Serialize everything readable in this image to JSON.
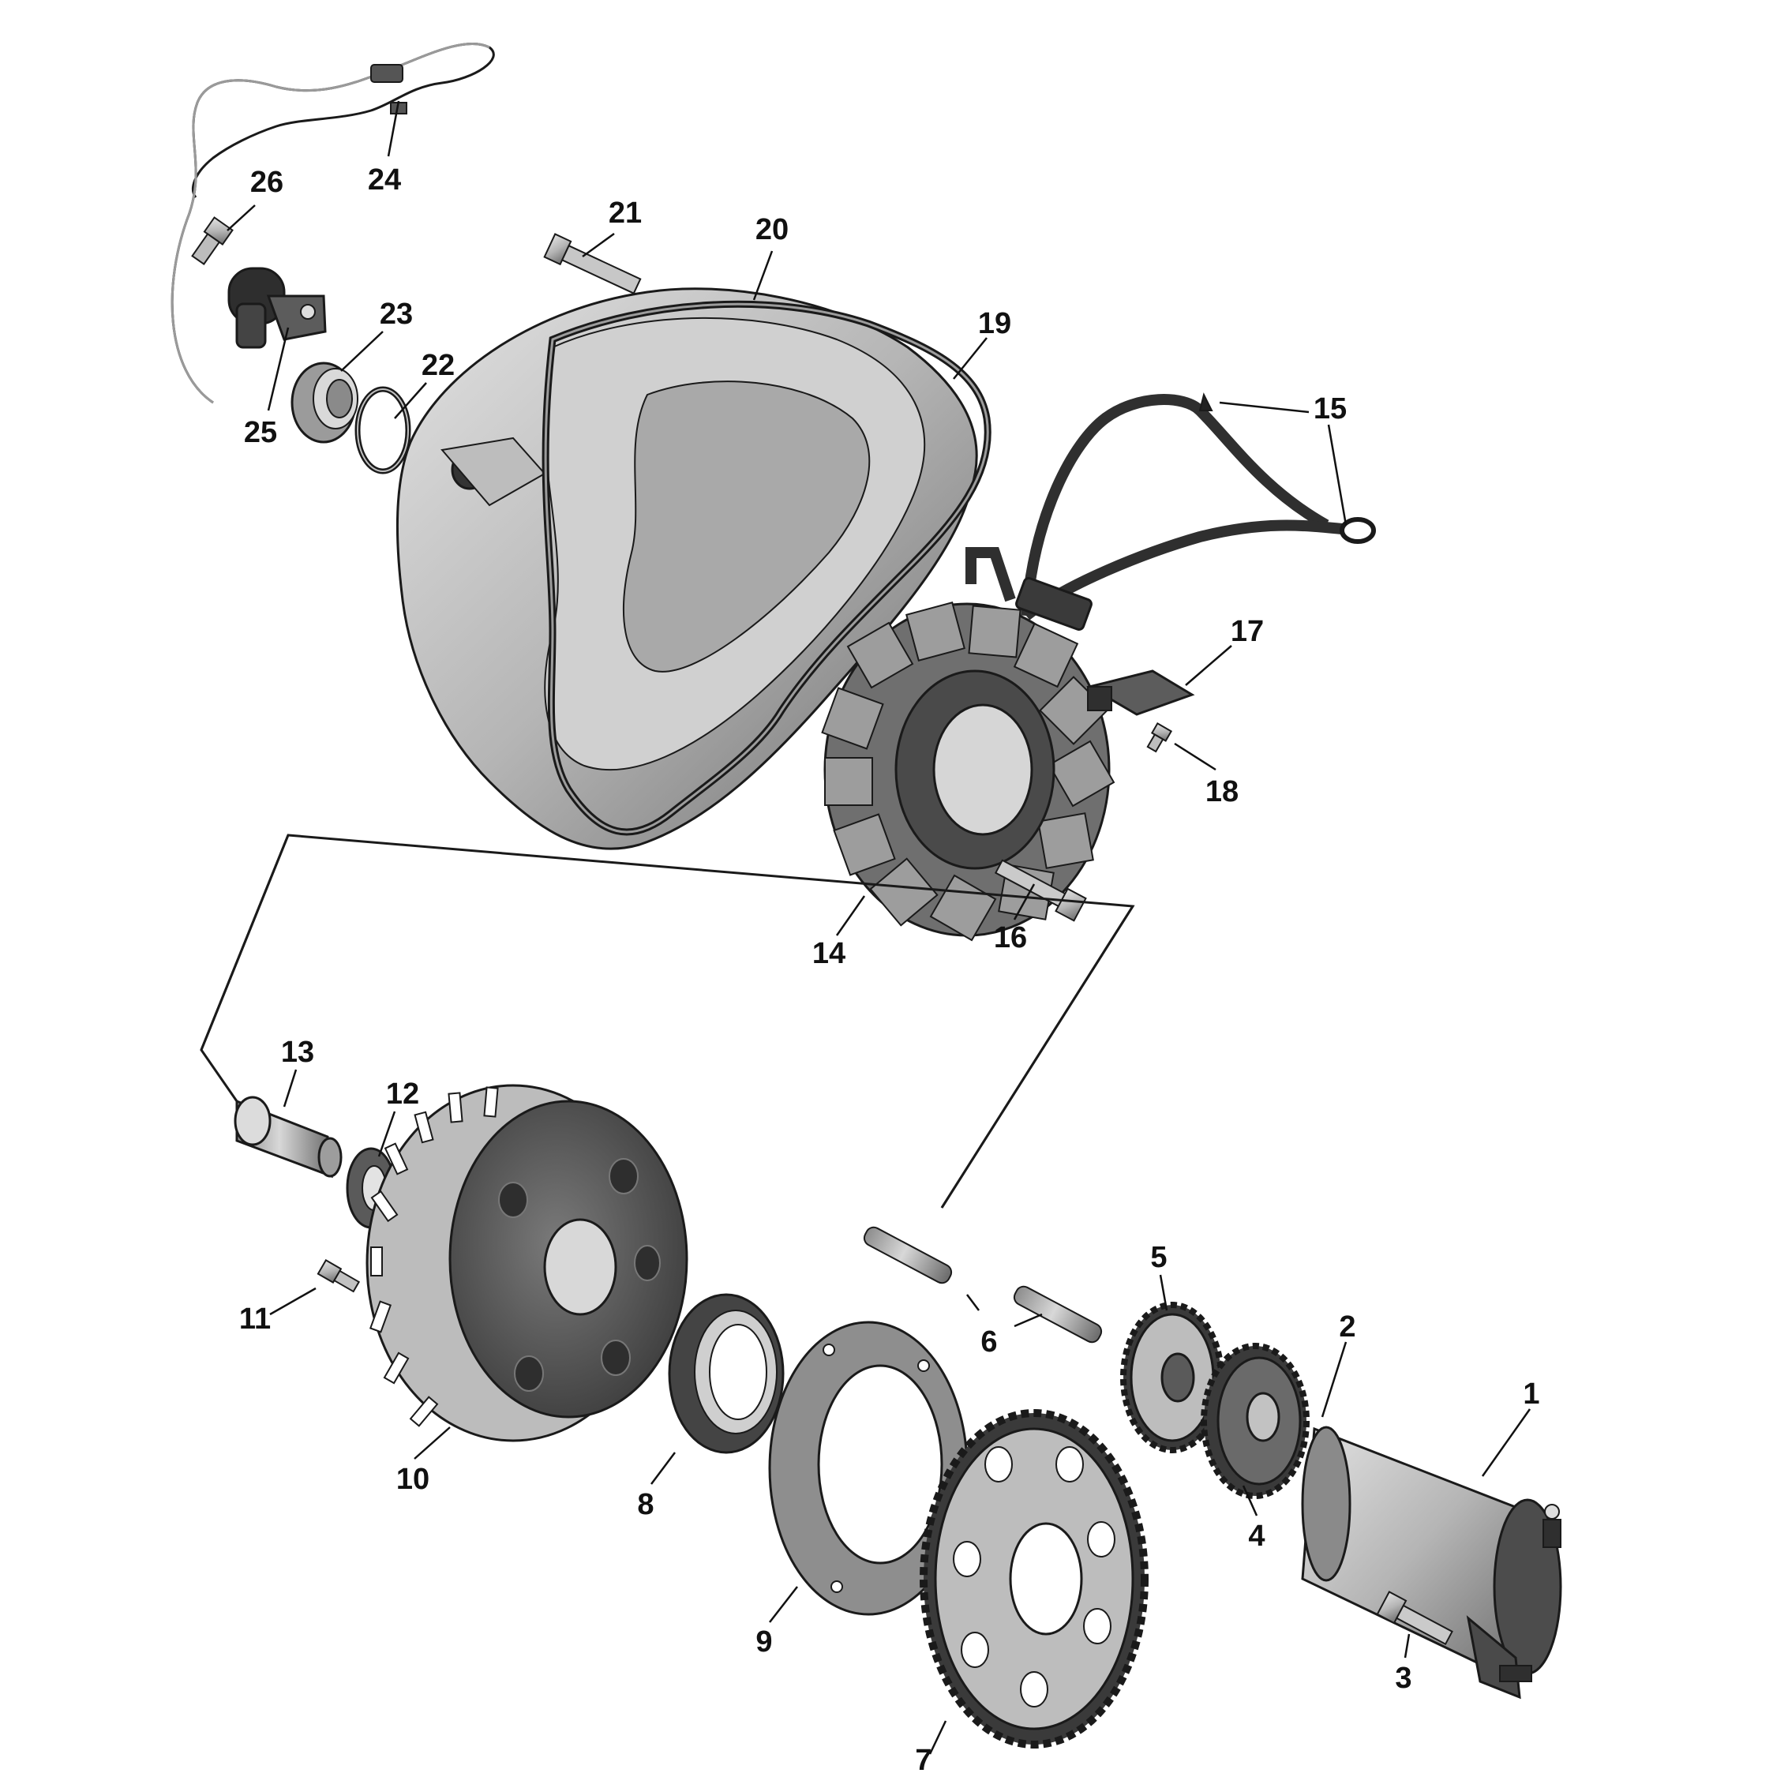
{
  "diagram": {
    "colors": {
      "metal_light": "#c9c9c9",
      "metal_mid": "#9a9a9a",
      "metal_dark": "#5a5a5a",
      "wire": "#3c3c3c",
      "outline": "#1a1a1a",
      "background": "#ffffff"
    },
    "parts": [
      {
        "id": "p1",
        "label": "1"
      },
      {
        "id": "p2",
        "label": "2"
      },
      {
        "id": "p3",
        "label": "3"
      },
      {
        "id": "p4",
        "label": "4"
      },
      {
        "id": "p5",
        "label": "5"
      },
      {
        "id": "p6",
        "label": "6"
      },
      {
        "id": "p7",
        "label": "7"
      },
      {
        "id": "p8",
        "label": "8"
      },
      {
        "id": "p9",
        "label": "9"
      },
      {
        "id": "p10",
        "label": "10"
      },
      {
        "id": "p11",
        "label": "11"
      },
      {
        "id": "p12",
        "label": "12"
      },
      {
        "id": "p13",
        "label": "13"
      },
      {
        "id": "p14",
        "label": "14"
      },
      {
        "id": "p15",
        "label": "15"
      },
      {
        "id": "p16",
        "label": "16"
      },
      {
        "id": "p17",
        "label": "17"
      },
      {
        "id": "p18",
        "label": "18"
      },
      {
        "id": "p19",
        "label": "19"
      },
      {
        "id": "p20",
        "label": "20"
      },
      {
        "id": "p21",
        "label": "21"
      },
      {
        "id": "p22",
        "label": "22"
      },
      {
        "id": "p23",
        "label": "23"
      },
      {
        "id": "p24",
        "label": "24"
      },
      {
        "id": "p25",
        "label": "25"
      },
      {
        "id": "p26",
        "label": "26"
      }
    ]
  }
}
